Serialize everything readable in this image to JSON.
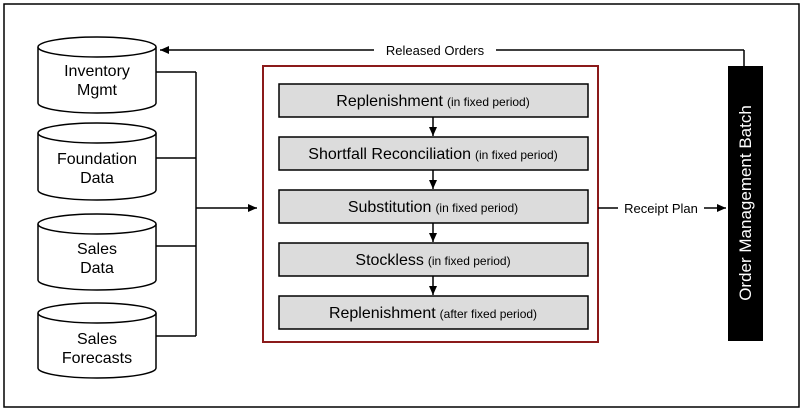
{
  "datastores": [
    {
      "line1": "Inventory",
      "line2": "Mgmt"
    },
    {
      "line1": "Foundation",
      "line2": "Data"
    },
    {
      "line1": "Sales",
      "line2": "Data"
    },
    {
      "line1": "Sales",
      "line2": "Forecasts"
    }
  ],
  "steps": [
    {
      "main": "Replenishment",
      "note": "(in fixed period)"
    },
    {
      "main": "Shortfall Reconciliation",
      "note": "(in fixed period)"
    },
    {
      "main": "Substitution",
      "note": "(in fixed period)"
    },
    {
      "main": "Stockless",
      "note": "(in fixed period)"
    },
    {
      "main": "Replenishment",
      "note": "(after fixed period)"
    }
  ],
  "flows": {
    "released_orders": "Released Orders",
    "receipt_plan": "Receipt Plan"
  },
  "batch": {
    "label": "Order Management Batch"
  },
  "colors": {
    "frame": "#8b1a1a",
    "step_fill": "#dcdcdc",
    "batch_fill": "#000000"
  }
}
